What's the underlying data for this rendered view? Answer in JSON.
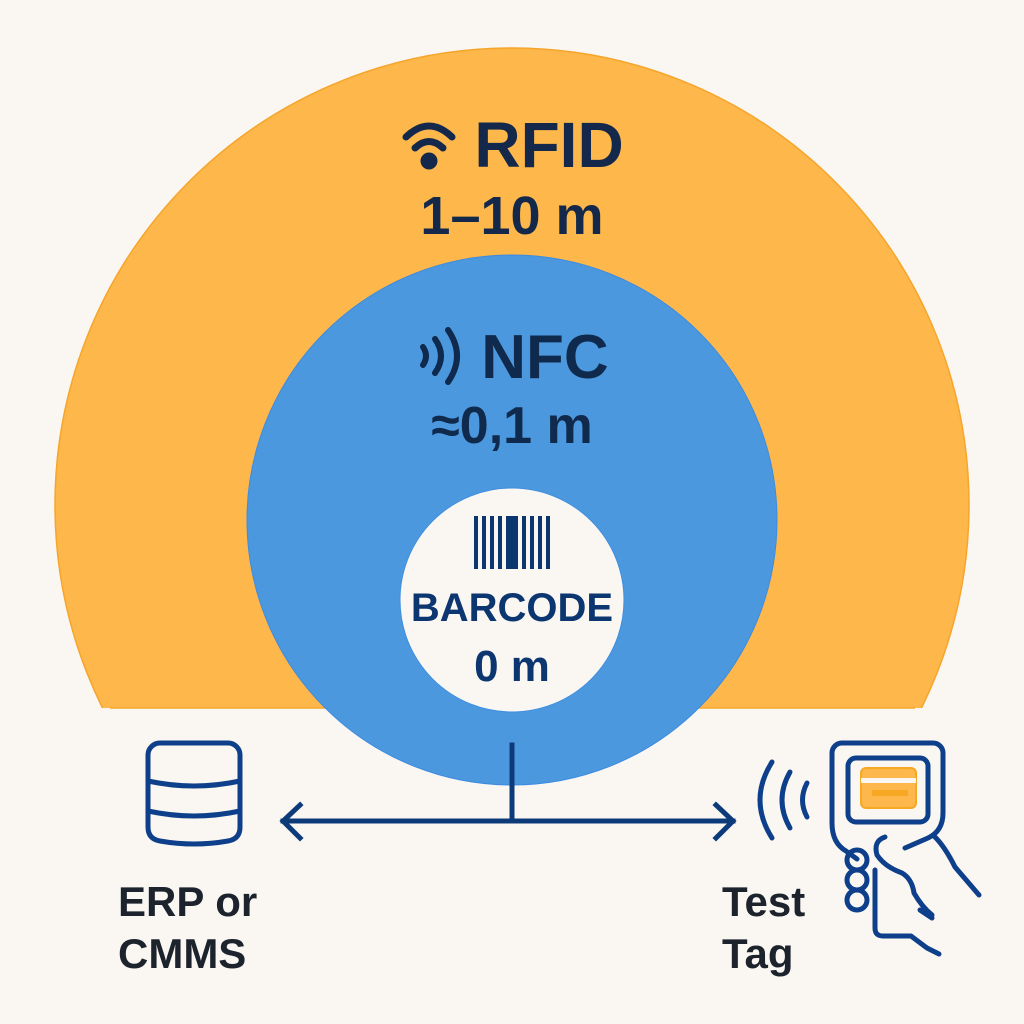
{
  "diagram": {
    "title": "Tag read range comparison",
    "zones": [
      {
        "id": "rfid",
        "name": "RFID",
        "range": "1–10 m",
        "icon": "wifi-signal-icon",
        "color": "#fdb74b"
      },
      {
        "id": "nfc",
        "name": "NFC",
        "range": "≈0,1 m",
        "icon": "nfc-waves-icon",
        "color": "#4c98de"
      },
      {
        "id": "barcode",
        "name": "BARCODE",
        "range": "0 m",
        "icon": "barcode-icon",
        "color": "#faf7f3"
      }
    ],
    "endpoints": {
      "left": {
        "label_line1": "ERP or",
        "label_line2": "CMMS",
        "icon": "database-icon"
      },
      "right": {
        "label_line1": "Test",
        "label_line2": "Tag",
        "icon": "handheld-scanner-icon"
      }
    },
    "connector": {
      "type": "bidirectional-arrow",
      "color": "#0d3b7a"
    },
    "colors": {
      "background": "#faf7f3",
      "rfid": "#fdb74b",
      "nfc": "#4c98de",
      "barcode": "#faf7f3",
      "dark_text": "#13284a",
      "line_blue": "#0d3b7a",
      "accent_orange": "#f7a823"
    }
  }
}
